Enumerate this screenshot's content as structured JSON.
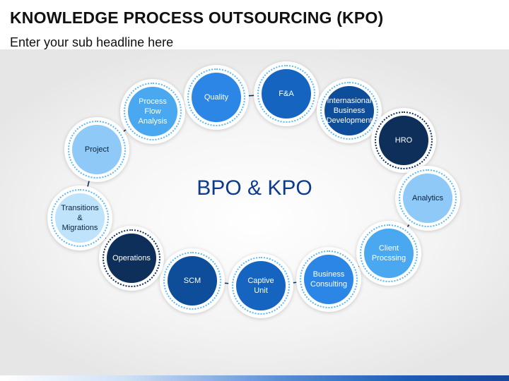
{
  "header": {
    "title": "KNOWLEDGE PROCESS OUTSOURCING (KPO)",
    "subtitle": "Enter your sub headline here"
  },
  "center": {
    "label": "BPO & KPO"
  },
  "nodes": [
    {
      "label": "Quality",
      "color": "#2b86e6"
    },
    {
      "label": "F&A",
      "color": "#1565c0"
    },
    {
      "label": "Internasional\nBusiness\nDevelopment",
      "color": "#0d4d9a"
    },
    {
      "label": "HRO",
      "color": "#0d2f5a"
    },
    {
      "label": "Analytics",
      "color": "#8ec9f7"
    },
    {
      "label": "Client\nProcssing",
      "color": "#4aa8f0"
    },
    {
      "label": "Business\nConsulting",
      "color": "#2b86e6"
    },
    {
      "label": "Captive\nUnit",
      "color": "#1565c0"
    },
    {
      "label": "SCM",
      "color": "#0d4d9a"
    },
    {
      "label": "Operations",
      "color": "#0d2f5a"
    },
    {
      "label": "Transitions\n&\nMigrations",
      "color": "#bfe3fb"
    },
    {
      "label": "Project",
      "color": "#8ec9f7"
    },
    {
      "label": "Process Flow\nAnalysis",
      "color": "#4aa8f0"
    }
  ],
  "colors": {
    "connector": "#0d2f5a",
    "center_text": "#0b3a8f"
  }
}
